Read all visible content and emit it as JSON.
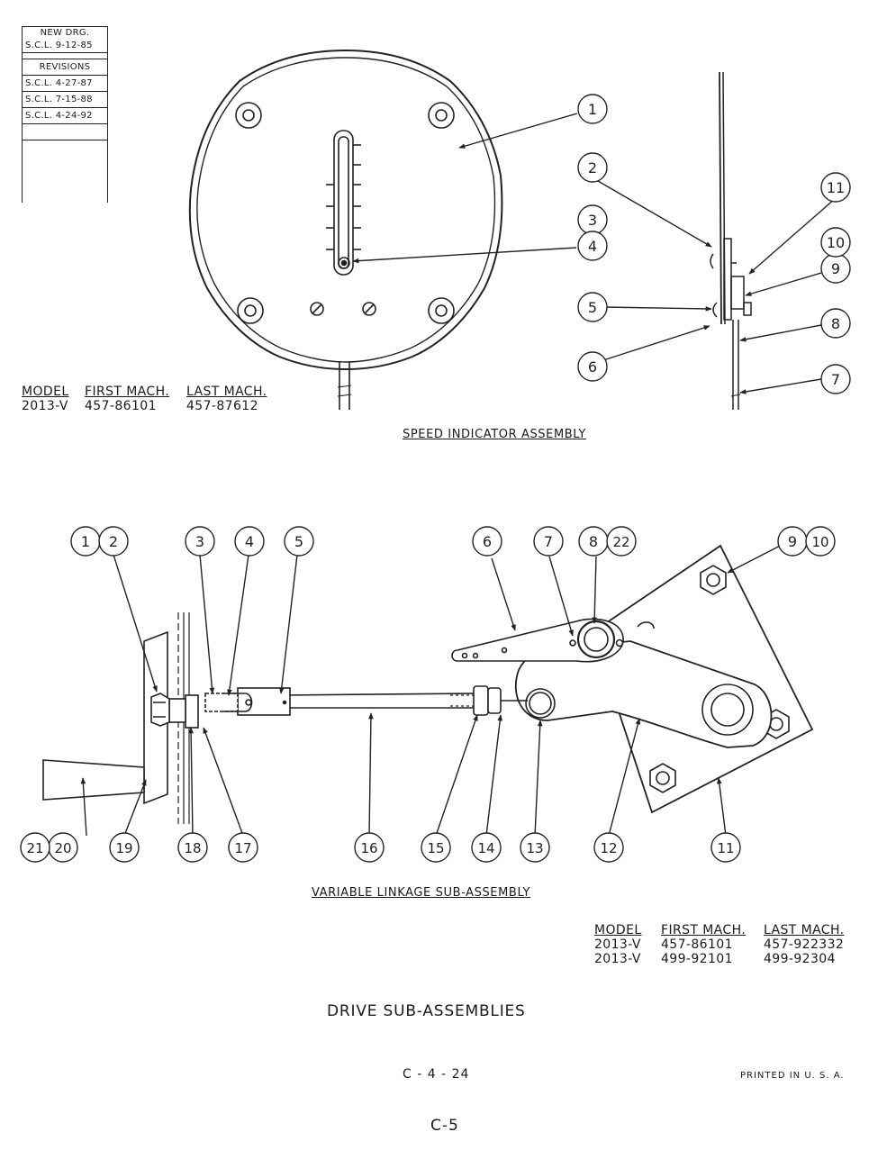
{
  "revision_block": {
    "new_drg_label": "NEW DRG.",
    "new_drg_entry": "S.C.L.  9-12-85",
    "revisions_label": "REVISIONS",
    "entries": [
      "S.C.L.  4-27-87",
      "S.C.L.  7-15-88",
      "S.C.L.  4-24-92"
    ]
  },
  "speed_indicator": {
    "caption": "SPEED INDICATOR ASSEMBLY",
    "callouts": [
      "1",
      "2",
      "3",
      "4",
      "5",
      "6",
      "7",
      "8",
      "9",
      "10",
      "11"
    ],
    "model_table": {
      "headers": [
        "MODEL",
        "FIRST MACH.",
        "LAST MACH."
      ],
      "rows": [
        [
          "2013-V",
          "457-86101",
          "457-87612"
        ]
      ]
    }
  },
  "variable_linkage": {
    "caption": "VARIABLE LINKAGE SUB-ASSEMBLY",
    "callouts": [
      "1",
      "2",
      "3",
      "4",
      "5",
      "6",
      "7",
      "8",
      "22",
      "9",
      "10",
      "11",
      "12",
      "13",
      "14",
      "15",
      "16",
      "17",
      "18",
      "19",
      "20",
      "21"
    ],
    "model_table": {
      "headers": [
        "MODEL",
        "FIRST MACH.",
        "LAST MACH."
      ],
      "rows": [
        [
          "2013-V",
          "457-86101",
          "457-922332"
        ],
        [
          "2013-V",
          "499-92101",
          "499-92304"
        ]
      ]
    }
  },
  "title": "DRIVE SUB-ASSEMBLIES",
  "page_code": "C - 4 - 24",
  "printed": "PRINTED IN U. S. A.",
  "page_number": "C-5"
}
